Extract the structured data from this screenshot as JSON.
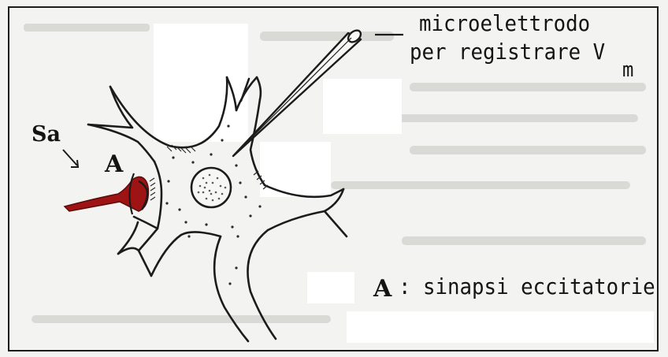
{
  "labels": {
    "electrode_line1": "microelettrodo",
    "electrode_line2": "per registrare V",
    "electrode_subscript": "m",
    "sa": "Sa",
    "synapse_letter": "A",
    "legend_letter": "A",
    "legend_text": ": sinapsi eccitatorie"
  },
  "colors": {
    "ink": "#1c1c1c",
    "synapse": "#9e1414",
    "background": "#f3f3f1"
  }
}
